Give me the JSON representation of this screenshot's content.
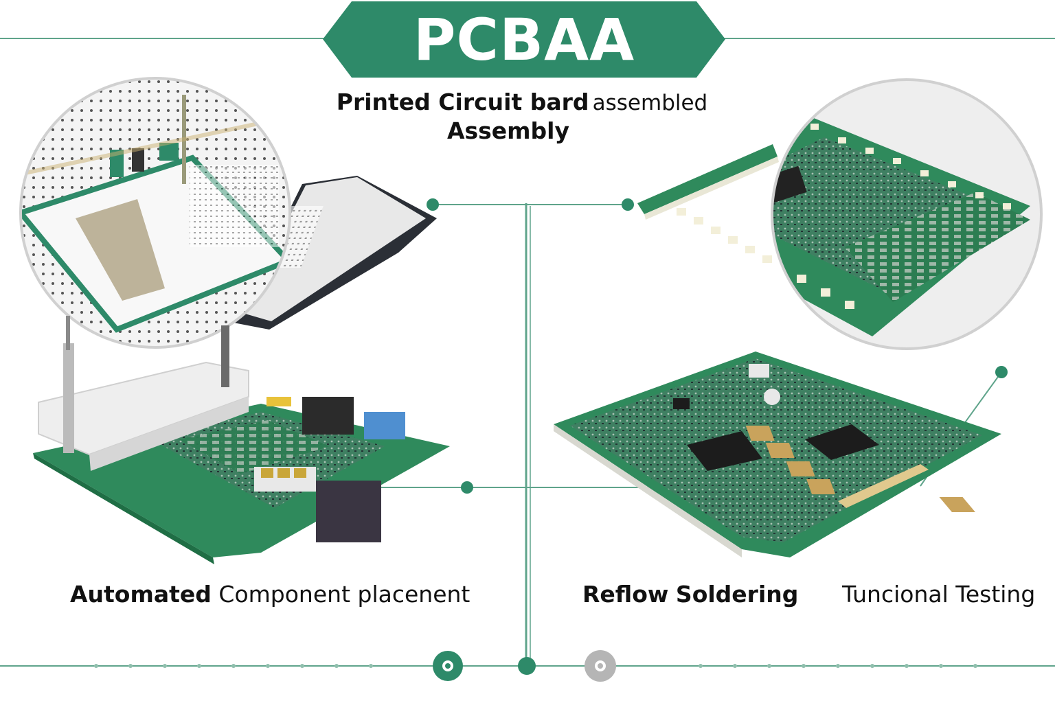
{
  "header": {
    "title": "PCBAA",
    "subtitle_bold": "Printed Circuit bard",
    "subtitle_light": "assembled",
    "subtitle_line2": "Assembly"
  },
  "captions": {
    "placement_bold": "Automated",
    "placement_normal": "Component placenent",
    "reflow_bold": "Reflow",
    "reflow_bold2": "Soldering",
    "testing": "Tuncional Testing"
  },
  "colors": {
    "accent": "#2e8a69",
    "line": "#5fa48b",
    "pcb_green": "#2f8a5c",
    "pcb_dark": "#1f6e45",
    "gray_dot": "#b5b5b5"
  }
}
